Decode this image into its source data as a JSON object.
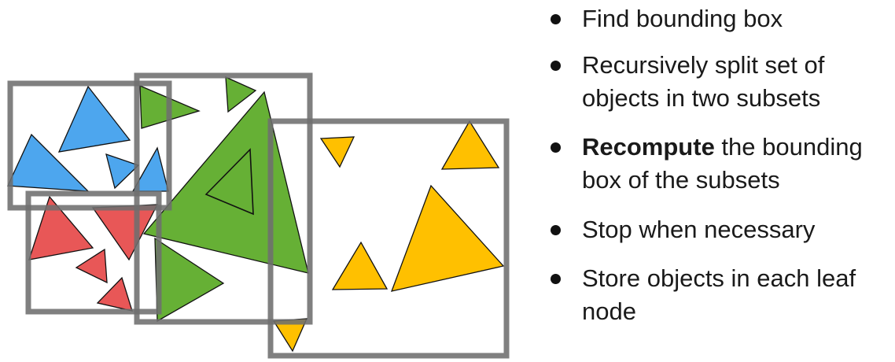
{
  "colors": {
    "blue": "#4da6ee",
    "red": "#e85757",
    "green": "#66b035",
    "yellow": "#ffc000",
    "box": "#6e6e6e",
    "outline": "#111111"
  },
  "bullets": [
    {
      "bold": "",
      "text": "Find bounding box"
    },
    {
      "bold": "",
      "text": "Recursively split set of objects in two subsets"
    },
    {
      "bold": "Recompute",
      "text": " the bounding box of the subsets"
    },
    {
      "bold": "",
      "text": "Stop when necessary"
    },
    {
      "bold": "",
      "text": "Store objects in each leaf node"
    }
  ]
}
